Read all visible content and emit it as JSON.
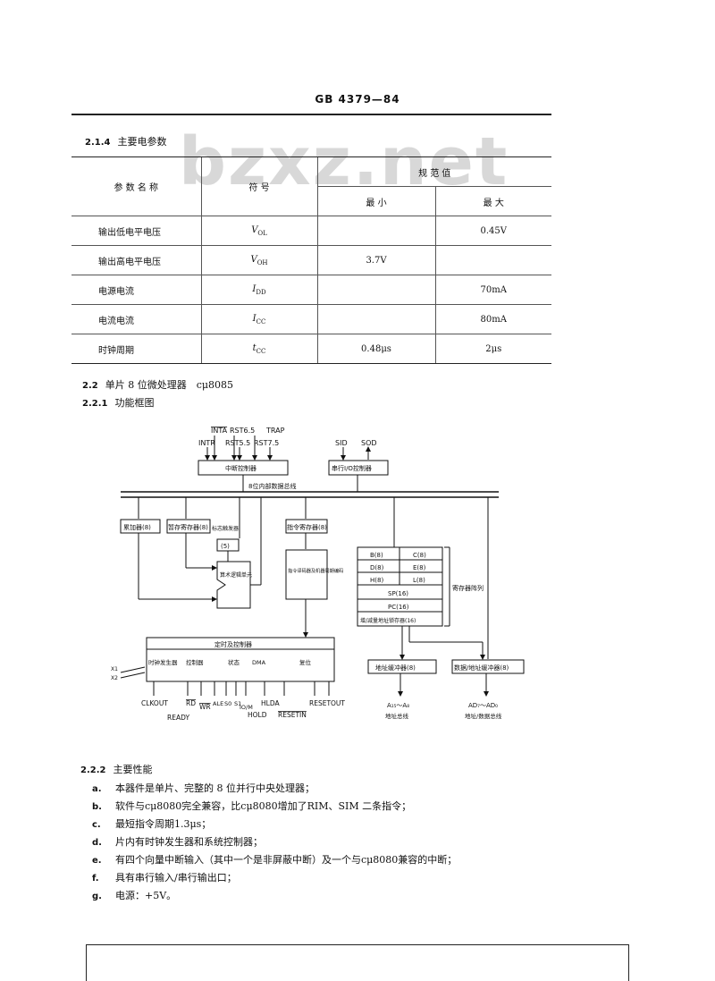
{
  "header": {
    "standard": "GB 4379—84"
  },
  "watermark": "bzxz.net",
  "section_214": {
    "num": "2.1.4",
    "title": "主要电参数"
  },
  "table": {
    "col_name": "参 数 名 称",
    "col_symbol": "符 号",
    "col_range": "规 范 值",
    "col_min": "最 小",
    "col_max": "最 大",
    "rows": [
      {
        "name": "输出低电平电压",
        "sym": "V",
        "sub": "OL",
        "min": "",
        "max": "0.45V"
      },
      {
        "name": "输出高电平电压",
        "sym": "V",
        "sub": "OH",
        "min": "3.7V",
        "max": ""
      },
      {
        "name": "电源电流",
        "sym": "I",
        "sub": "DD",
        "min": "",
        "max": "70mA"
      },
      {
        "name": "电流电流",
        "sym": "I",
        "sub": "CC",
        "min": "",
        "max": "80mA"
      },
      {
        "name": "时钟周期",
        "sym": "t",
        "sub": "CC",
        "min": "0.48μs",
        "max": "2μs"
      }
    ]
  },
  "section_22": {
    "num": "2.2",
    "title": "单片 8 位微处理器　cμ8085"
  },
  "section_221": {
    "num": "2.2.1",
    "title": "功能框图"
  },
  "diagram": {
    "intr_top": [
      "INTA",
      "RST6.5",
      "TRAP"
    ],
    "intr_bottom": [
      "INTR",
      "RST5.5",
      "RST7.5"
    ],
    "intr_ctrl": "中断控制器",
    "sid": "SID",
    "sod": "SOD",
    "serial_ctrl": "串行I/O控制器",
    "bus": "8位内部数据总线",
    "acc": "累加器(8)",
    "temp_reg": "暂存寄存器(8)",
    "flags_label": "标志触发器",
    "flags": "(5)",
    "alu": "算术逻辑单元",
    "inst_reg": "指令寄存器(8)",
    "decoder": "指令译码器及机器周期编码",
    "reg_array": "寄存器阵列",
    "reg_pairs": [
      [
        "B(8)",
        "C(8)"
      ],
      [
        "D(8)",
        "E(8)"
      ],
      [
        "H(8)",
        "L(8)"
      ]
    ],
    "sp": "SP(16)",
    "pc": "PC(16)",
    "incdec": "增/减量地址锁存器(16)",
    "addr_buf": "地址缓冲器(8)",
    "data_addr_buf": "数据/地址缓冲器(8)",
    "timing_ctrl": "定时及控制器",
    "clock_gen": "时钟发生器",
    "control": "控制器",
    "status": "状态",
    "dma": "DMA",
    "reset": "复位",
    "x1": "X1",
    "x2": "X2",
    "pins_top": [
      "CLKOUT",
      "RD",
      "WR",
      "ALE",
      "S0",
      "S1",
      "IO/M",
      "HLDA",
      "RESETOUT"
    ],
    "pins_bottom": [
      "READY",
      "HOLD",
      "RESETIN"
    ],
    "addr_bus": "A₁₅～A₈",
    "addr_bus_name": "地址总线",
    "data_bus": "AD₇～AD₀",
    "data_bus_name": "地址/数据总线"
  },
  "section_222": {
    "num": "2.2.2",
    "title": "主要性能"
  },
  "features": [
    {
      "k": "a.",
      "t": "本器件是单片、完整的 8 位并行中央处理器；"
    },
    {
      "k": "b.",
      "t": "软件与cμ8080完全兼容，比cμ8080增加了RIM、SIM 二条指令；"
    },
    {
      "k": "c.",
      "t": "最短指令周期1.3μs；"
    },
    {
      "k": "d.",
      "t": "片内有时钟发生器和系统控制器；"
    },
    {
      "k": "e.",
      "t": "有四个向量中断输入（其中一个是非屏蔽中断）及一个与cμ8080兼容的中断；"
    },
    {
      "k": "f.",
      "t": "具有串行输入/串行输出口；"
    },
    {
      "k": "g.",
      "t": "电源：+5V。"
    }
  ]
}
